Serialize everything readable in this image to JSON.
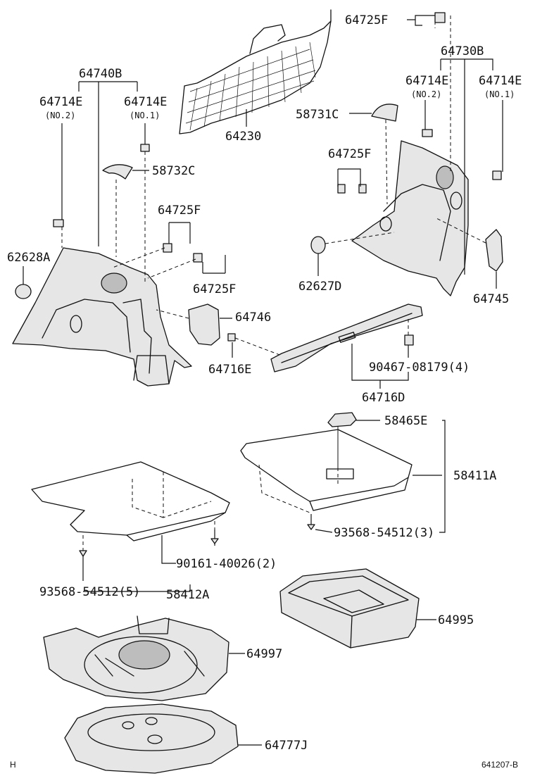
{
  "labels": {
    "p64725F_top": "64725F",
    "p64730B": "64730B",
    "p64740B": "64740B",
    "p64714E_l2": "64714E",
    "p64714E_l1": "64714E",
    "p64714E_r2": "64714E",
    "p64714E_r1": "64714E",
    "no2_l": "(NO.2)",
    "no1_l": "(NO.1)",
    "no2_r": "(NO.2)",
    "no1_r": "(NO.1)",
    "p58731C": "58731C",
    "p64230": "64230",
    "p58732C": "58732C",
    "p64725F_mid": "64725F",
    "p64725F_right": "64725F",
    "p64725F_low": "64725F",
    "p62628A": "62628A",
    "p62627D": "62627D",
    "p64746": "64746",
    "p64745": "64745",
    "p64716E": "64716E",
    "p90467": "90467-08179(4)",
    "p64716D": "64716D",
    "p58465E": "58465E",
    "p58411A": "58411A",
    "p93568_3": "93568-54512(3)",
    "p90161": "90161-40026(2)",
    "p93568_5": "93568-54512(5)",
    "p58412A": "58412A",
    "p64995": "64995",
    "p64997": "64997",
    "p64777J": "64777J"
  },
  "footer": {
    "left_code": "H",
    "right_code": "641207-B"
  }
}
